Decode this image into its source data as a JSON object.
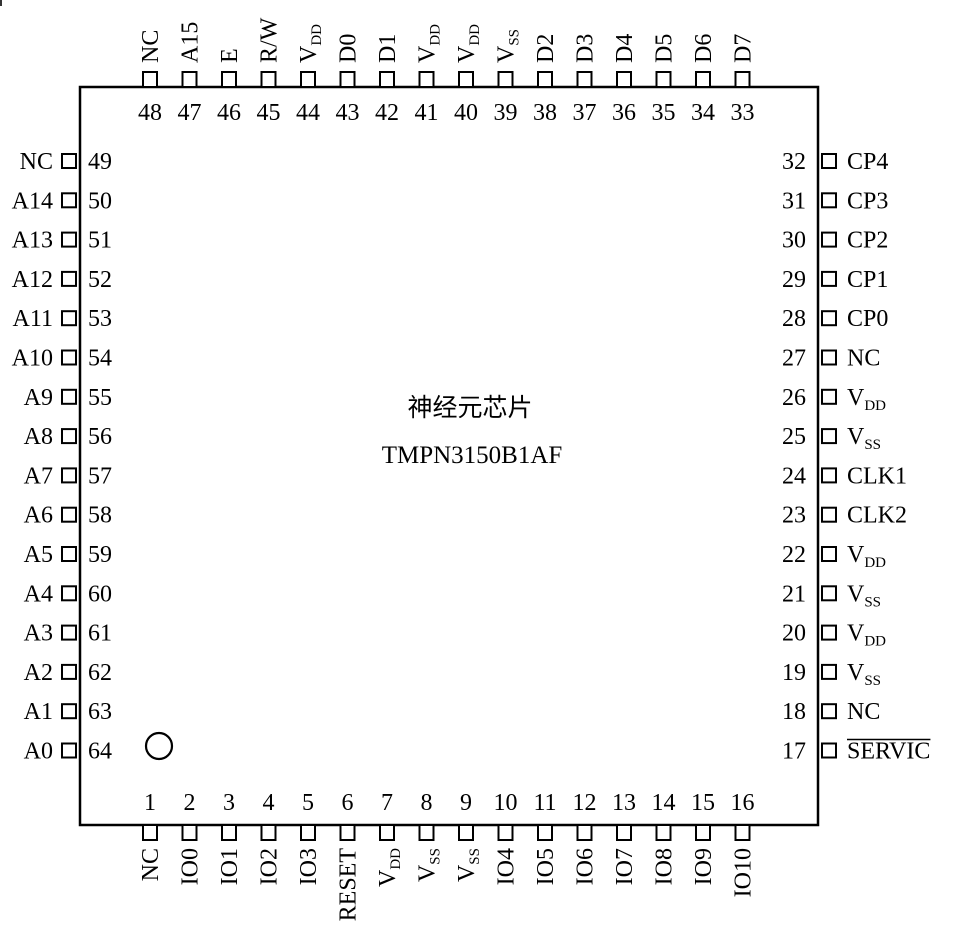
{
  "chip": {
    "title": "神经元芯片",
    "part_number": "TMPN3150B1AF"
  },
  "pins": {
    "top": [
      {
        "num": "48",
        "name": "NC"
      },
      {
        "num": "47",
        "name": "A15"
      },
      {
        "num": "46",
        "name": "E"
      },
      {
        "num": "45",
        "name": "R/W",
        "over_from": 2
      },
      {
        "num": "44",
        "name": "V",
        "sub": "DD"
      },
      {
        "num": "43",
        "name": "D0"
      },
      {
        "num": "42",
        "name": "D1"
      },
      {
        "num": "41",
        "name": "V",
        "sub": "DD"
      },
      {
        "num": "40",
        "name": "V",
        "sub": "DD"
      },
      {
        "num": "39",
        "name": "V",
        "sub": "SS"
      },
      {
        "num": "38",
        "name": "D2"
      },
      {
        "num": "37",
        "name": "D3"
      },
      {
        "num": "36",
        "name": "D4"
      },
      {
        "num": "35",
        "name": "D5"
      },
      {
        "num": "34",
        "name": "D6"
      },
      {
        "num": "33",
        "name": "D7"
      }
    ],
    "left": [
      {
        "num": "49",
        "name": "NC"
      },
      {
        "num": "50",
        "name": "A14"
      },
      {
        "num": "51",
        "name": "A13"
      },
      {
        "num": "52",
        "name": "A12"
      },
      {
        "num": "53",
        "name": "A11"
      },
      {
        "num": "54",
        "name": "A10"
      },
      {
        "num": "55",
        "name": "A9"
      },
      {
        "num": "56",
        "name": "A8"
      },
      {
        "num": "57",
        "name": "A7"
      },
      {
        "num": "58",
        "name": "A6"
      },
      {
        "num": "59",
        "name": "A5"
      },
      {
        "num": "60",
        "name": "A4"
      },
      {
        "num": "61",
        "name": "A3"
      },
      {
        "num": "62",
        "name": "A2"
      },
      {
        "num": "63",
        "name": "A1"
      },
      {
        "num": "64",
        "name": "A0"
      }
    ],
    "right": [
      {
        "num": "32",
        "name": "CP4"
      },
      {
        "num": "31",
        "name": "CP3"
      },
      {
        "num": "30",
        "name": "CP2"
      },
      {
        "num": "29",
        "name": "CP1"
      },
      {
        "num": "28",
        "name": "CP0"
      },
      {
        "num": "27",
        "name": "NC"
      },
      {
        "num": "26",
        "name": "V",
        "sub": "DD"
      },
      {
        "num": "25",
        "name": "V",
        "sub": "SS"
      },
      {
        "num": "24",
        "name": "CLK1"
      },
      {
        "num": "23",
        "name": "CLK2"
      },
      {
        "num": "22",
        "name": "V",
        "sub": "DD"
      },
      {
        "num": "21",
        "name": "V",
        "sub": "SS"
      },
      {
        "num": "20",
        "name": "V",
        "sub": "DD"
      },
      {
        "num": "19",
        "name": "V",
        "sub": "SS"
      },
      {
        "num": "18",
        "name": "NC"
      },
      {
        "num": "17",
        "name": "SERVIC",
        "over_from": 0
      }
    ],
    "bottom": [
      {
        "num": "1",
        "name": "NC"
      },
      {
        "num": "2",
        "name": "IO0"
      },
      {
        "num": "3",
        "name": "IO1"
      },
      {
        "num": "4",
        "name": "IO2"
      },
      {
        "num": "5",
        "name": "IO3"
      },
      {
        "num": "6",
        "name": "RESET",
        "over_from": 0
      },
      {
        "num": "7",
        "name": "V",
        "sub": "DD"
      },
      {
        "num": "8",
        "name": "V",
        "sub": "SS"
      },
      {
        "num": "9",
        "name": "V",
        "sub": "SS"
      },
      {
        "num": "10",
        "name": "IO4"
      },
      {
        "num": "11",
        "name": "IO5"
      },
      {
        "num": "12",
        "name": "IO6"
      },
      {
        "num": "13",
        "name": "IO7"
      },
      {
        "num": "14",
        "name": "IO8"
      },
      {
        "num": "15",
        "name": "IO9"
      },
      {
        "num": "16",
        "name": "IO10"
      }
    ]
  }
}
